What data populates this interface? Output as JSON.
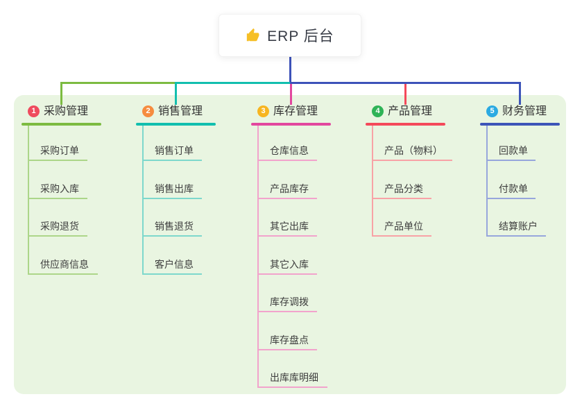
{
  "root": {
    "title": "ERP 后台",
    "icon": "thumbs-up-icon",
    "connector_color": "#3D52B9"
  },
  "canvas": {
    "background": "#FFFFFF",
    "panel_background": "#E9F5E1",
    "text_color": "#3A3A3A"
  },
  "branches": [
    {
      "number": "1",
      "label": "采购管理",
      "badge_color": "#EF4B5E",
      "line_color": "#7CBB41",
      "child_line_color": "#ACD689",
      "children": [
        {
          "label": "采购订单"
        },
        {
          "label": "采购入库"
        },
        {
          "label": "采购退货"
        },
        {
          "label": "供应商信息"
        }
      ]
    },
    {
      "number": "2",
      "label": "销售管理",
      "badge_color": "#F68C3F",
      "line_color": "#12BFAE",
      "child_line_color": "#7DD8CC",
      "children": [
        {
          "label": "销售订单"
        },
        {
          "label": "销售出库"
        },
        {
          "label": "销售退货"
        },
        {
          "label": "客户信息"
        }
      ]
    },
    {
      "number": "3",
      "label": "库存管理",
      "badge_color": "#F7B520",
      "line_color": "#E2479E",
      "child_line_color": "#F2A3CC",
      "children": [
        {
          "label": "仓库信息"
        },
        {
          "label": "产品库存"
        },
        {
          "label": "其它出库"
        },
        {
          "label": "其它入库"
        },
        {
          "label": "库存调拨"
        },
        {
          "label": "库存盘点"
        },
        {
          "label": "出库库明细"
        }
      ]
    },
    {
      "number": "4",
      "label": "产品管理",
      "badge_color": "#2FB357",
      "line_color": "#F4495A",
      "child_line_color": "#F8A2A6",
      "children": [
        {
          "label": "产品（物料）"
        },
        {
          "label": "产品分类"
        },
        {
          "label": "产品单位"
        }
      ]
    },
    {
      "number": "5",
      "label": "财务管理",
      "badge_color": "#2BAAE2",
      "line_color": "#3D55B8",
      "child_line_color": "#97A6DC",
      "children": [
        {
          "label": "回款单"
        },
        {
          "label": "付款单"
        },
        {
          "label": "结算账户"
        }
      ]
    }
  ]
}
